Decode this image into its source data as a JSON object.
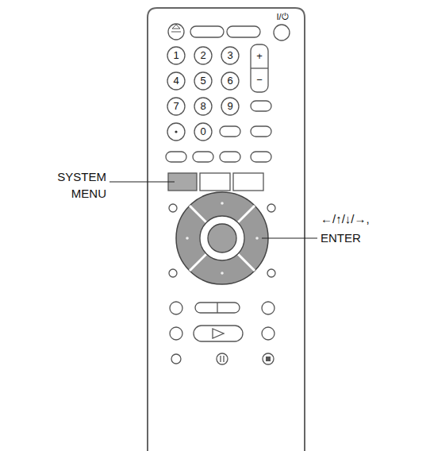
{
  "diagram": {
    "labels": [
      "I/⏻",
      "1",
      "2",
      "3",
      "4",
      "5",
      "6",
      "7",
      "8",
      "9",
      "+",
      "−",
      "0",
      "SYSTEM MENU",
      "←/↑/↓/→, ENTER"
    ]
  }
}
